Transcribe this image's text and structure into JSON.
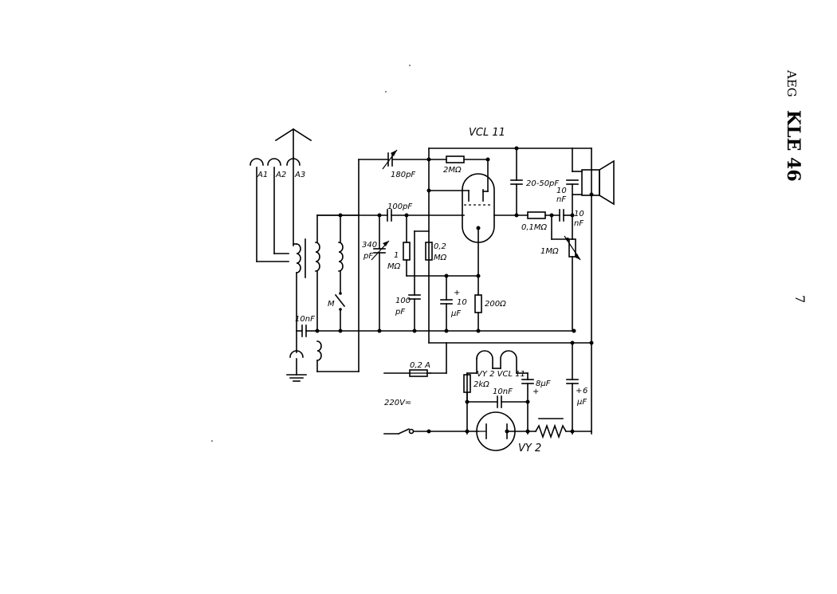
{
  "title": {
    "brand": "AEG",
    "model": "KLE 46"
  },
  "page_number": "7",
  "tubes": {
    "main": "VCL 11",
    "rectifier": "VY 2",
    "heater_string": "VY 2 VCL 11"
  },
  "antenna": {
    "a1": "A1",
    "a2": "A2",
    "a3": "A3"
  },
  "components": {
    "c_180pf": "180pF",
    "c_100pf_grid": "100pF",
    "c_340pf": "340",
    "c_340pf_unit": "pF",
    "r_1mohm": "1",
    "r_1mohm_unit": "MΩ",
    "r_02mohm": "0,2",
    "r_02mohm_unit": "MΩ",
    "r_2mohm": "2MΩ",
    "c_20_50pf": "20-50pF",
    "c_10nf_top": "10",
    "c_10nf_top_unit": "nF",
    "c_10nf_coupling": "10",
    "c_10nf_coupling_unit": "nF",
    "r_01mohm": "0,1MΩ",
    "pot_1mohm": "1MΩ",
    "c_100pf_low": "100",
    "c_100pf_low_unit": "pF",
    "c_10uf": "10",
    "c_10uf_unit": "μF",
    "c_10uf_plus": "+",
    "r_200ohm": "200Ω",
    "c_10nf_ant": "10nF",
    "switch_m": "M",
    "fuse": "0,2 A",
    "mains": "220V≂",
    "r_2kohm": "2kΩ",
    "c_10nf_psu": "10nF",
    "c_8uf": "8μF",
    "c_8uf_plus": "+",
    "c_6uf": "6",
    "c_6uf_unit": "μF",
    "c_6uf_plus": "+"
  }
}
